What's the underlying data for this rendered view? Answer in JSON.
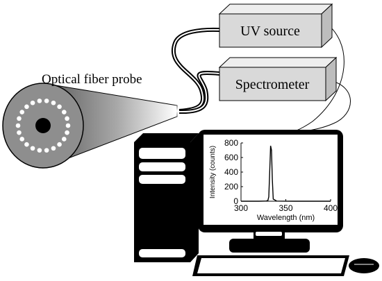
{
  "labels": {
    "probe": "Optical fiber probe",
    "uv_source": "UV source",
    "spectrometer": "Spectrometer"
  },
  "colors": {
    "box_face": "#d9d9d9",
    "box_top": "#eeeeee",
    "box_side": "#bdbdbd",
    "ink": "#000000",
    "screen": "#ffffff",
    "probe_shade": "#9a9a9a"
  },
  "icons": {
    "computer_tower": "desktop-tower-icon",
    "monitor": "monitor-icon",
    "keyboard": "keyboard-icon",
    "mouse": "mouse-icon"
  },
  "chart_data": {
    "type": "line",
    "xlabel": "Wavelength (nm)",
    "ylabel": "Intensity (counts)",
    "xlim": [
      300,
      400
    ],
    "ylim": [
      0,
      800
    ],
    "xticks": [
      300,
      350,
      400
    ],
    "yticks": [
      0,
      200,
      400,
      600,
      800
    ],
    "x": [
      300,
      320,
      328,
      330,
      331,
      332,
      333,
      334,
      335,
      336,
      340,
      360,
      380,
      400
    ],
    "y": [
      0,
      0,
      2,
      10,
      60,
      400,
      760,
      700,
      300,
      30,
      2,
      0,
      0,
      0
    ],
    "grid": false
  }
}
